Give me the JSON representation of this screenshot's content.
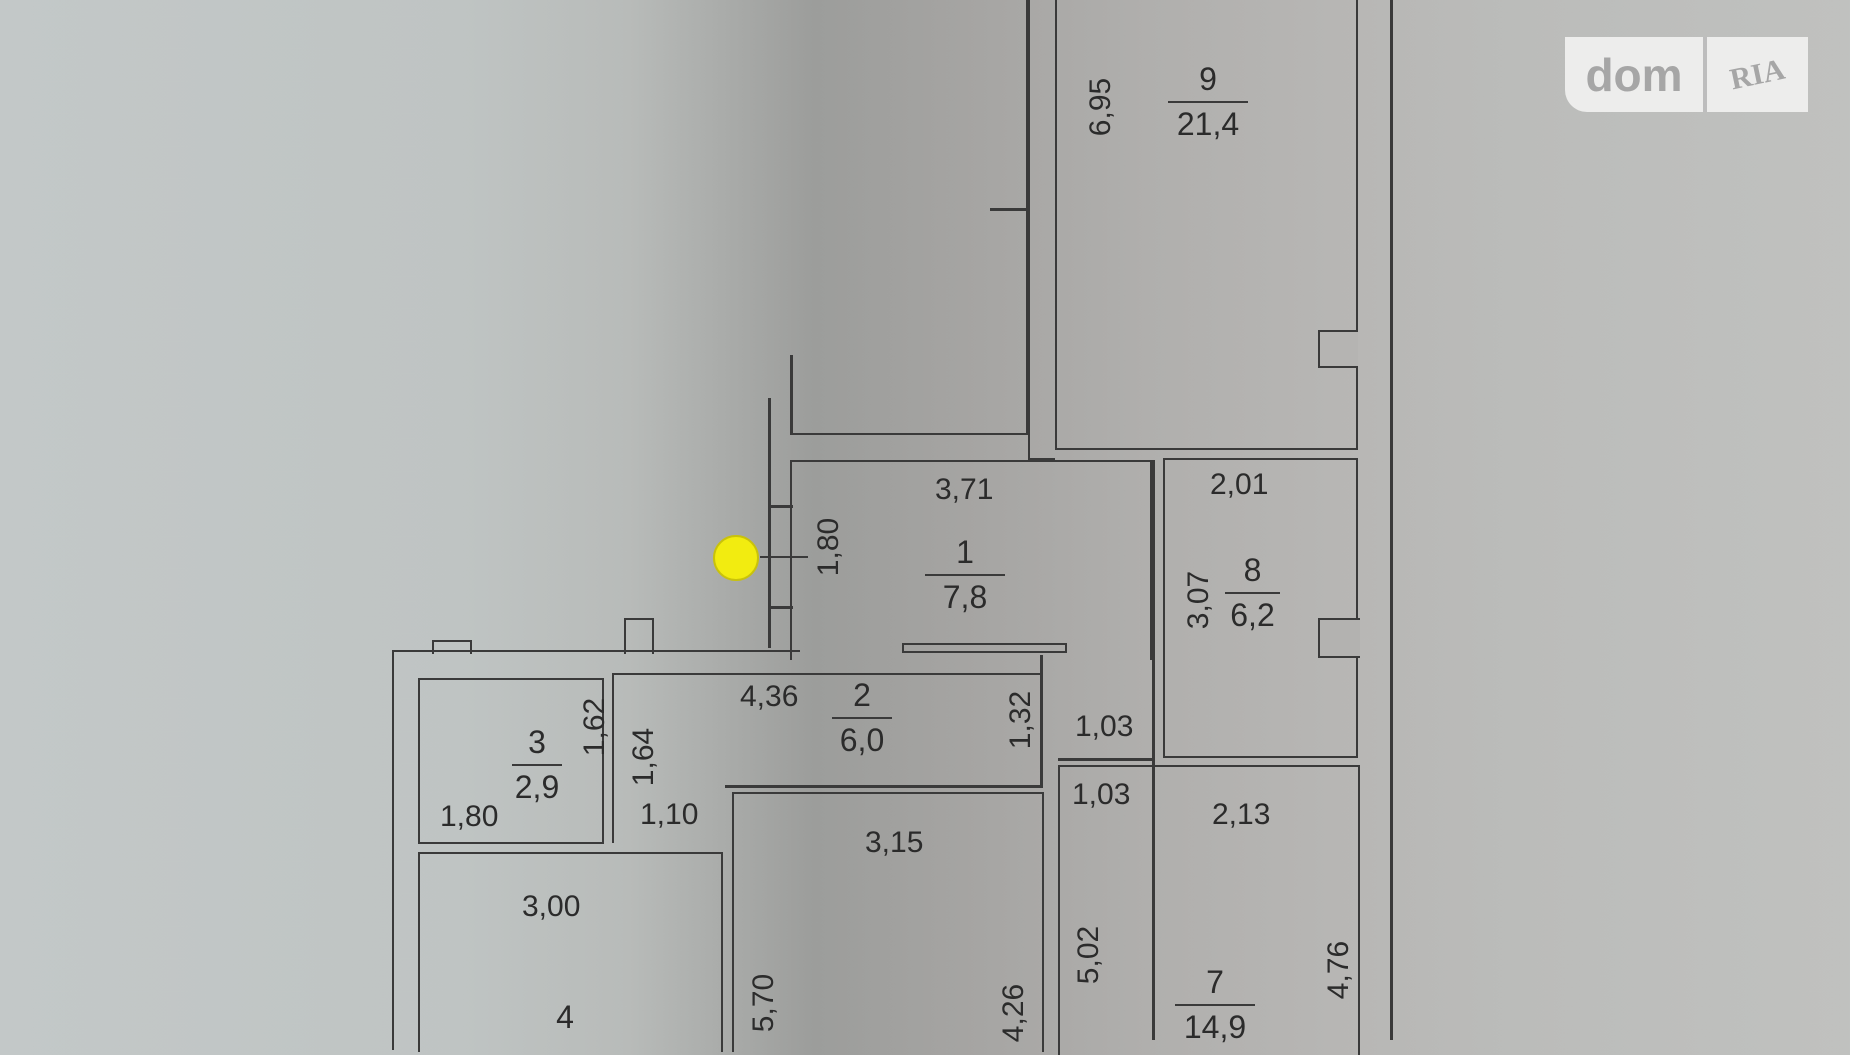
{
  "watermark": {
    "brand_left": "dom",
    "brand_right": "RIA",
    "star_icon": "star-icon"
  },
  "marker": {
    "color": "#f2ec10"
  },
  "rooms": [
    {
      "number": "1",
      "area": "7,8"
    },
    {
      "number": "2",
      "area": "6,0"
    },
    {
      "number": "3",
      "area": "2,9"
    },
    {
      "number": "4",
      "area": ""
    },
    {
      "number": "7",
      "area": "14,9"
    },
    {
      "number": "8",
      "area": "6,2"
    },
    {
      "number": "9",
      "area": "21,4"
    }
  ],
  "dimensions": {
    "d695": "6,95",
    "d371": "3,71",
    "d180v": "1,80",
    "d201": "2,01",
    "d307": "3,07",
    "d436": "4,36",
    "d162": "1,62",
    "d164": "1,64",
    "d132": "1,32",
    "d103a": "1,03",
    "d103b": "1,03",
    "d180h": "1,80",
    "d110": "1,10",
    "d315": "3,15",
    "d213": "2,13",
    "d300": "3,00",
    "d570": "5,70",
    "d426": "4,26",
    "d502": "5,02",
    "d476": "4,76"
  }
}
